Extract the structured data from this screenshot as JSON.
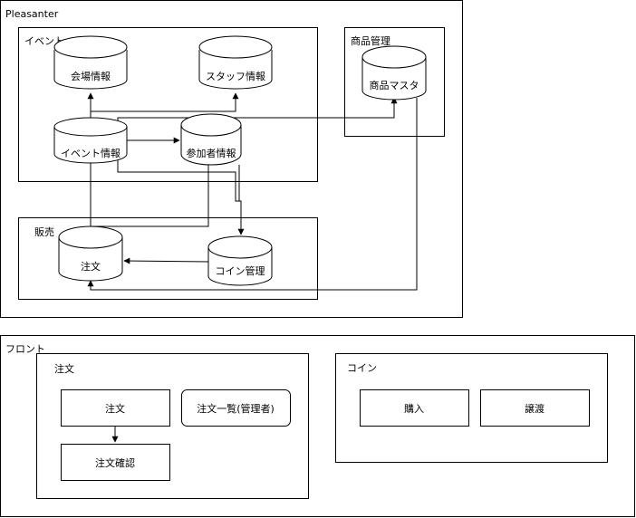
{
  "colors": {
    "stroke": "#000000",
    "fill": "#ffffff"
  },
  "containers": {
    "pleasanter": "Pleasanter",
    "event": "イベント",
    "product": "商品管理",
    "sales": "販売",
    "front": "フロント",
    "front_order": "注文",
    "front_coin": "コイン"
  },
  "databases": {
    "venue": "会場情報",
    "staff": "スタッフ情報",
    "event_info": "イベント情報",
    "participant": "参加者情報",
    "product_master": "商品マスタ",
    "order": "注文",
    "coin": "コイン管理"
  },
  "screens": {
    "order": "注文",
    "order_list": "注文一覧(管理者)",
    "order_confirm": "注文確認",
    "purchase": "購入",
    "transfer": "譲渡"
  }
}
